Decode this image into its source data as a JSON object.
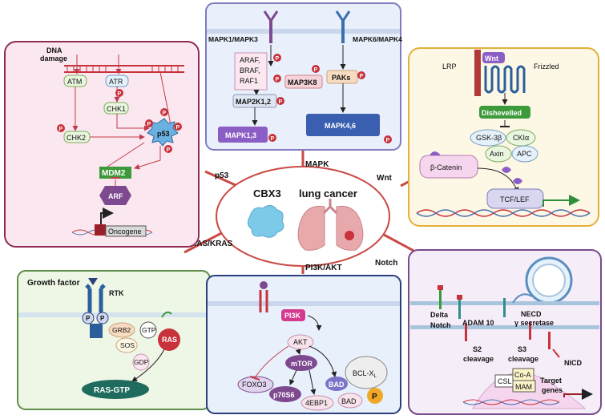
{
  "center": {
    "title_left": "CBX3",
    "title_right": "lung cancer"
  },
  "connectors": {
    "mapk": "MAPK",
    "p53": "p53",
    "wnt": "Wnt",
    "ras": "RAS/KRAS",
    "notch": "Notch",
    "pi3k": "PI3K/AKT"
  },
  "p53_panel": {
    "dna_damage": [
      "DNA",
      "damage"
    ],
    "atm": "ATM",
    "atr": "ATR",
    "chk1": "CHK1",
    "chk2": "CHK2",
    "p53": "p53",
    "mdm2": "MDM2",
    "arf": "ARF",
    "oncogene": "Oncogene",
    "p": "P"
  },
  "mapk_panel": {
    "left_receptor": "MAPK1/MAPK3",
    "right_receptor": "MAPK6/MAPK4",
    "raf": [
      "ARAF,",
      "BRAF,",
      "RAF1"
    ],
    "map2k": "MAP2K1,2",
    "mapk13": "MAPK1,3",
    "map3k8": "MAP3K8",
    "paks": "PAKs",
    "mapk46": "MAPK4,6",
    "p": "P"
  },
  "wnt_panel": {
    "lrp": "LRP",
    "wnt": "Wnt",
    "frizzled": "Frizzled",
    "dishevelled": "Dishevelled",
    "gsk": "GSK-3β",
    "cki": "CKIα",
    "axin": "Axin",
    "apc": "APC",
    "bcatenin": "β-Catenin",
    "tcf": "TCF/LEF"
  },
  "ras_panel": {
    "growth_factor": "Growth factor",
    "rtk": "RTK",
    "p": "P",
    "grb2": "GRB2",
    "sos": "SOS",
    "gtp": "GTP",
    "gdp": "GDP",
    "ras": "RAS",
    "rasgtp": "RAS-GTP"
  },
  "pi3k_panel": {
    "pi3k": "PI3K",
    "akt": "AKT",
    "mtor": "mTOR",
    "foxo3": "FOXO3",
    "p70s6": "p70S6",
    "bad": "BAD",
    "bclxl": "BCL-X",
    "bclxl_sub": "L",
    "bad2": "BAD",
    "ebp1": "4EBP1",
    "p": "P"
  },
  "notch_panel": {
    "delta": "Delta",
    "notch": "Notch",
    "adam10": "ADAM 10",
    "necd": "NECD",
    "gsecretase": "γ secretase",
    "s2": [
      "S2",
      "cleavage"
    ],
    "s3": [
      "S3",
      "cleavage"
    ],
    "nicd": "NICD",
    "csl": "CSL",
    "coa": "Co-A",
    "mam": "MAM",
    "target": [
      "Target",
      "genes"
    ]
  },
  "colors": {
    "p53_border": "#8e2c56",
    "p53_bg": "#fbe7ef",
    "mapk_border": "#7f7cc0",
    "mapk_bg": "#eaf0fb",
    "wnt_border": "#e3b13a",
    "wnt_bg": "#fdf7e6",
    "ras_border": "#5f8f49",
    "ras_bg": "#eef6e6",
    "pi3k_border": "#2c3f7a",
    "pi3k_bg": "#e8f0fb",
    "notch_border": "#7a4a8a",
    "notch_bg": "#f5eef8",
    "hub_red": "#c94a44",
    "phospho": "#c8323a"
  }
}
